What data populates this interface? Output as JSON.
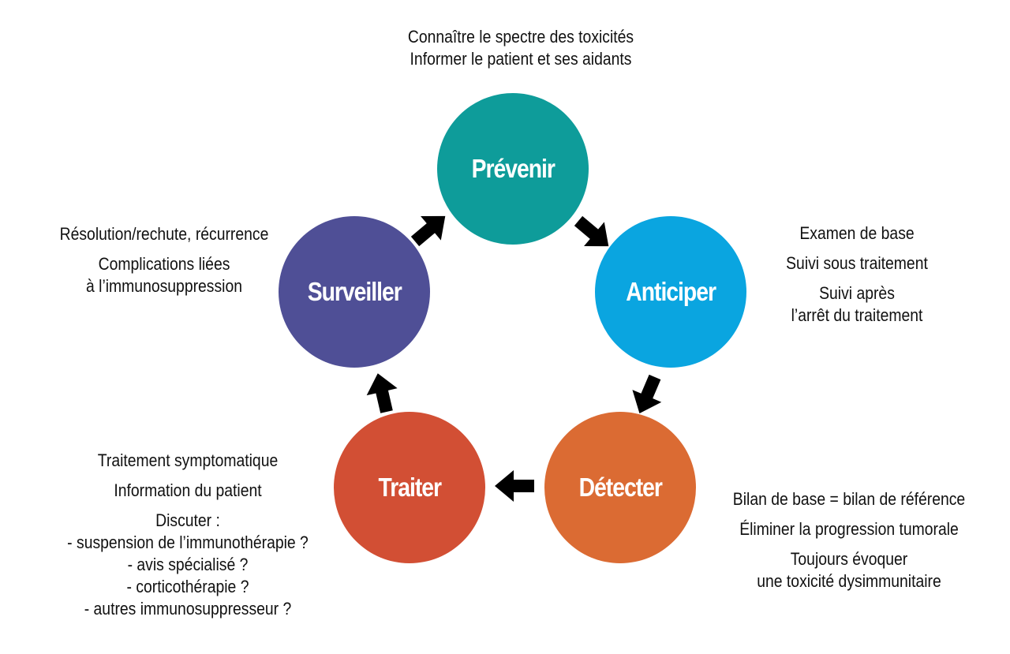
{
  "diagram": {
    "type": "cycle",
    "steps": [
      {
        "id": "prevenir",
        "label": "Prévenir",
        "color": "#0E9C9A",
        "notes": [
          [
            "Connaître le spectre des toxicités"
          ],
          [
            "Informer le patient et ses aidants"
          ]
        ]
      },
      {
        "id": "anticiper",
        "label": "Anticiper",
        "color": "#0AA5E0",
        "notes": [
          [
            "Examen de base"
          ],
          [
            "Suivi sous traitement"
          ],
          [
            "Suivi après",
            "l’arrêt du traitement"
          ]
        ]
      },
      {
        "id": "detecter",
        "label": "Détecter",
        "color": "#DB6B33",
        "notes": [
          [
            "Bilan de base = bilan de référence"
          ],
          [
            "Éliminer la progression tumorale"
          ],
          [
            "Toujours évoquer",
            "une toxicité dysimmunitaire"
          ]
        ]
      },
      {
        "id": "traiter",
        "label": "Traiter",
        "color": "#D24F34",
        "notes": [
          [
            "Traitement symptomatique"
          ],
          [
            "Information du patient"
          ],
          [
            "Discuter :",
            "- suspension de l’immunothérapie ?",
            "- avis spécialisé ?",
            "- corticothérapie ?",
            "- autres immunosuppresseur ?"
          ]
        ]
      },
      {
        "id": "surveiller",
        "label": "Surveiller",
        "color": "#4F4F96",
        "notes": [
          [
            "Résolution/rechute, récurrence"
          ],
          [
            "Complications liées",
            "à l’immunosuppression"
          ]
        ]
      }
    ],
    "arrows": [
      {
        "from": "Prévenir",
        "to": "Anticiper"
      },
      {
        "from": "Anticiper",
        "to": "Détecter"
      },
      {
        "from": "Détecter",
        "to": "Traiter"
      },
      {
        "from": "Traiter",
        "to": "Surveiller"
      },
      {
        "from": "Surveiller",
        "to": "Prévenir"
      }
    ],
    "arrow_color": "#000000"
  }
}
